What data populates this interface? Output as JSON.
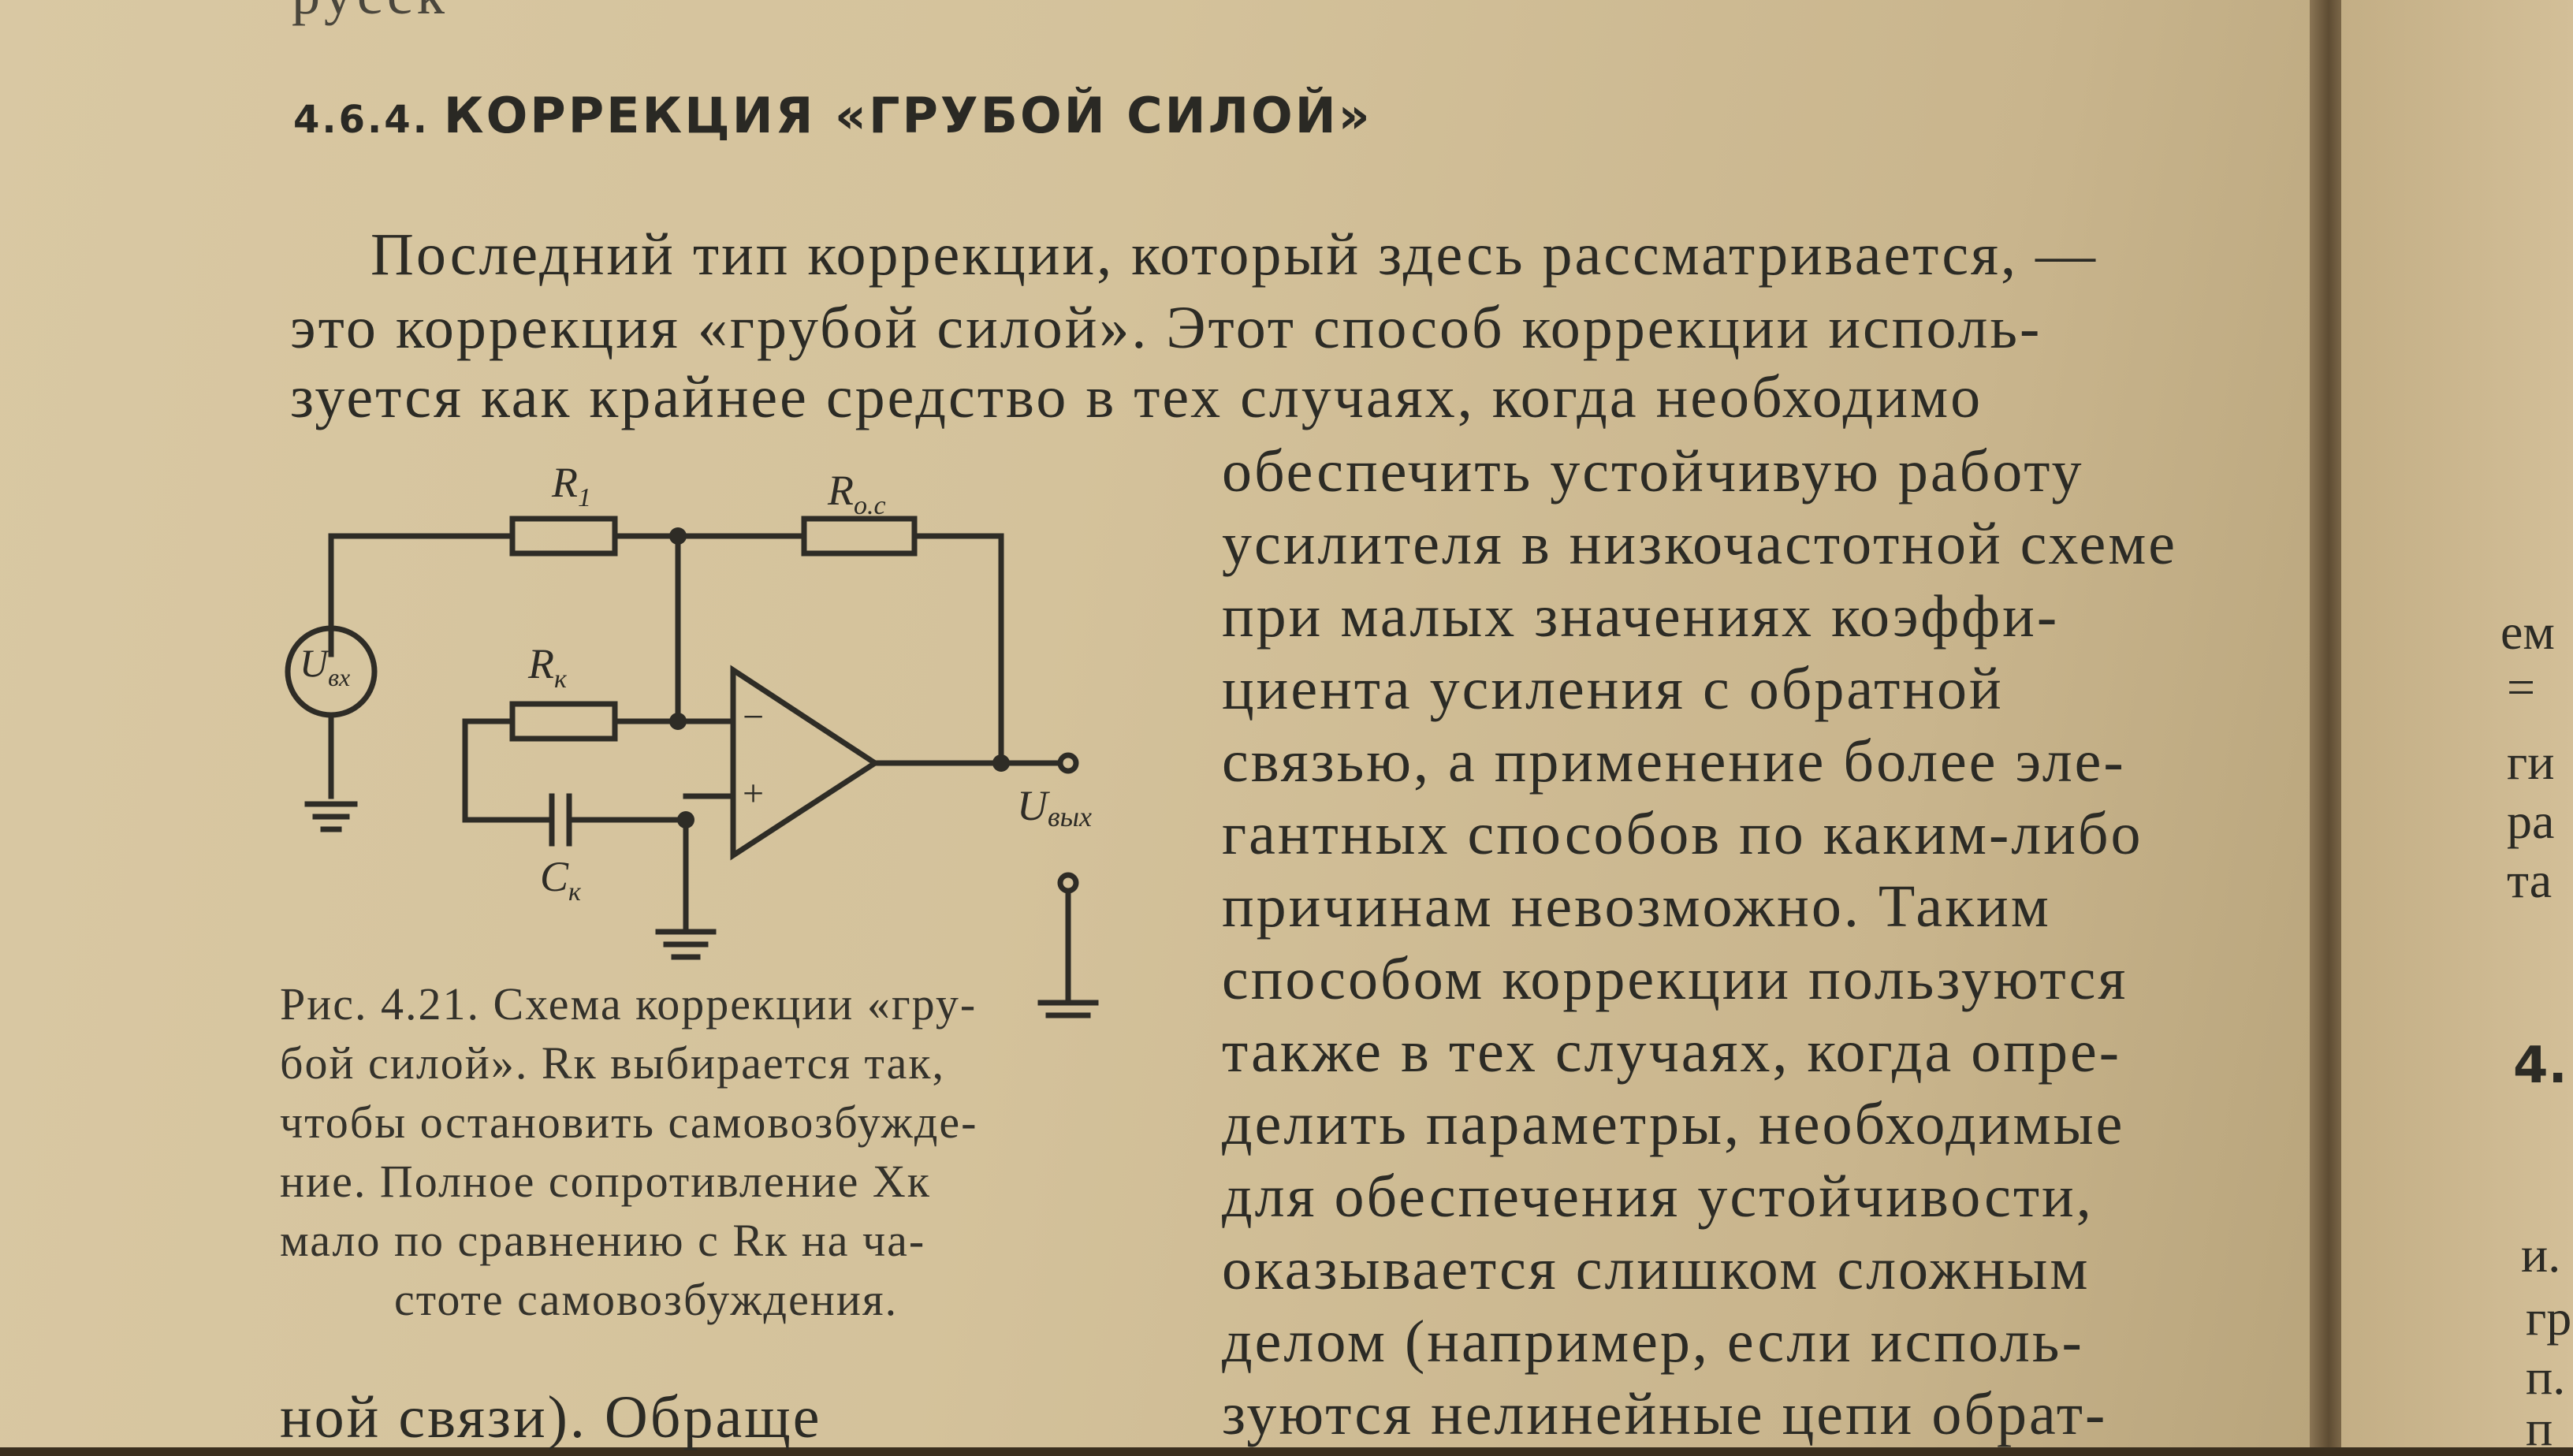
{
  "top_fragment": "русск",
  "section": {
    "number": "4.6.4.",
    "title": "КОРРЕКЦИЯ «ГРУБОЙ СИЛОЙ»"
  },
  "paragraph_full": [
    "Последний тип коррекции, который здесь рассматривается, —",
    "это коррекция «грубой силой». Этот способ коррекции исполь-",
    "зуется как крайнее средство в тех случаях, когда необходимо"
  ],
  "paragraph_column": [
    "обеспечить устойчивую работу",
    "усилителя в низкочастотной схеме",
    "при малых значениях коэффи-",
    "циента усиления с обратной",
    "связью, а применение более эле-",
    "гантных способов по каким-либо",
    "причинам невозможно. Таким",
    "способом коррекции пользуются",
    "также в тех случаях, когда опре-",
    "делить параметры, необходимые",
    "для обеспечения устойчивости,",
    "оказывается слишком сложным",
    "делом (например, если исполь-",
    "зуются нелинейные цепи обрат-"
  ],
  "bottom_line": "ной связи). Обраще",
  "figure": {
    "labels": {
      "r1": "R",
      "r1_sub": "1",
      "roc": "R",
      "roc_sub": "о.с",
      "rk": "R",
      "rk_sub": "к",
      "ck": "C",
      "ck_sub": "к",
      "uin": "U",
      "uin_sub": "вх",
      "uout": "U",
      "uout_sub": "вых",
      "minus": "−",
      "plus": "+"
    },
    "caption": [
      "Рис. 4.21. Схема коррекции «гру-",
      "бой силой». Rк выбирается так,",
      "чтобы остановить самовозбужде-",
      "ние. Полное сопротивление Xк",
      "мало по сравнению с Rк на ча-",
      "стоте самовозбуждения."
    ]
  },
  "next_page": {
    "fragments": [
      "ем",
      "=",
      "ги",
      "ра",
      "та",
      "4.",
      "и.",
      "гр",
      "п.",
      "п"
    ]
  }
}
